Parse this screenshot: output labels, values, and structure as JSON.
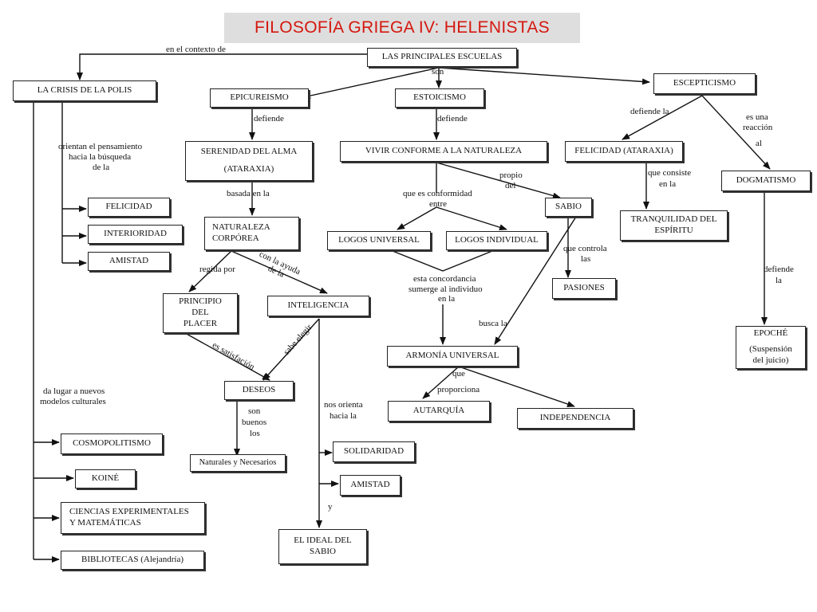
{
  "title": "FILOSOFÍA GRIEGA IV: HELENISTAS",
  "nodes": {
    "escuelas": "LAS PRINCIPALES ESCUELAS",
    "crisis": "LA CRISIS DE LA POLIS",
    "epicureismo": "EPICUREISMO",
    "estoicismo": "ESTOICISMO",
    "escepticismo": "ESCEPTICISMO",
    "serenidad_1": "SERENIDAD DEL ALMA",
    "serenidad_2": "(ATARAXIA)",
    "vivir": "VIVIR CONFORME A LA NATURALEZA",
    "felicidad_ataraxia": "FELICIDAD (ATARAXIA)",
    "felicidad": "FELICIDAD",
    "interioridad": "INTERIORIDAD",
    "amistad_crisis": "AMISTAD",
    "naturaleza_1": "NATURALEZA",
    "naturaleza_2": "CORPÓREA",
    "logos_universal": "LOGOS UNIVERSAL",
    "logos_individual": "LOGOS INDIVIDUAL",
    "sabio": "SABIO",
    "tranquilidad_1": "TRANQUILIDAD DEL",
    "tranquilidad_2": "ESPÍRITU",
    "dogmatismo": "DOGMATISMO",
    "principio_1": "PRINCIPIO",
    "principio_2": "DEL",
    "principio_3": "PLACER",
    "inteligencia": "INTELIGENCIA",
    "pasiones": "PASIONES",
    "epoche_1": "EPOCHÉ",
    "epoche_2": "(Suspensión",
    "epoche_3": "del juicio)",
    "armonia": "ARMONÍA UNIVERSAL",
    "deseos": "DESEOS",
    "autarquia": "AUTARQUÍA",
    "independencia": "INDEPENDENCIA",
    "cosmopolitismo": "COSMOPOLITISMO",
    "naturales": "Naturales y Necesarios",
    "solidaridad": "SOLIDARIDAD",
    "koine": "KOINÉ",
    "amistad_ideal": "AMISTAD",
    "ciencias_1": "CIENCIAS EXPERIMENTALES",
    "ciencias_2": "Y MATEMÁTICAS",
    "ideal_1": "EL IDEAL DEL",
    "ideal_2": "SABIO",
    "bibliotecas": "BIBLIOTECAS (Alejandría)"
  },
  "labels": {
    "contexto": "en el contexto de",
    "son": "son",
    "defiende_epi": "defiende",
    "defiende_est": "defiende",
    "defiende_la": "defiende la",
    "reaccion_1": "es una",
    "reaccion_2": "reacción",
    "reaccion_3": "al",
    "orientan_1": "orientan el pensamiento",
    "orientan_2": "hacia la búsqueda",
    "orientan_3": "de la",
    "basada": "basada en la",
    "conformidad_1": "que es conformidad",
    "conformidad_2": "entre",
    "propio_1": "propio",
    "propio_2": "del",
    "consiste_1": "que consiste",
    "consiste_2": "en la",
    "regida": "regida por",
    "ayuda_1": "con la ayuda",
    "ayuda_2": "de la",
    "controla_1": "que controla",
    "controla_2": "las",
    "concordancia_1": "esta concordancia",
    "concordancia_2": "sumerge al individuo",
    "concordancia_3": "en la",
    "defiende_dog_1": "defiende",
    "defiende_dog_2": "la",
    "busca": "busca la",
    "satisfaccion": "es satisfación",
    "sabe_elegir": "sabe elegir",
    "proporciona_1": "que",
    "proporciona_2": "proporciona",
    "da_lugar_1": "da lugar a nuevos",
    "da_lugar_2": "modelos culturales",
    "son_buenos_1": "son",
    "son_buenos_2": "buenos",
    "son_buenos_3": "los",
    "orienta_1": "nos orienta",
    "orienta_2": "hacia la",
    "y": "y"
  }
}
